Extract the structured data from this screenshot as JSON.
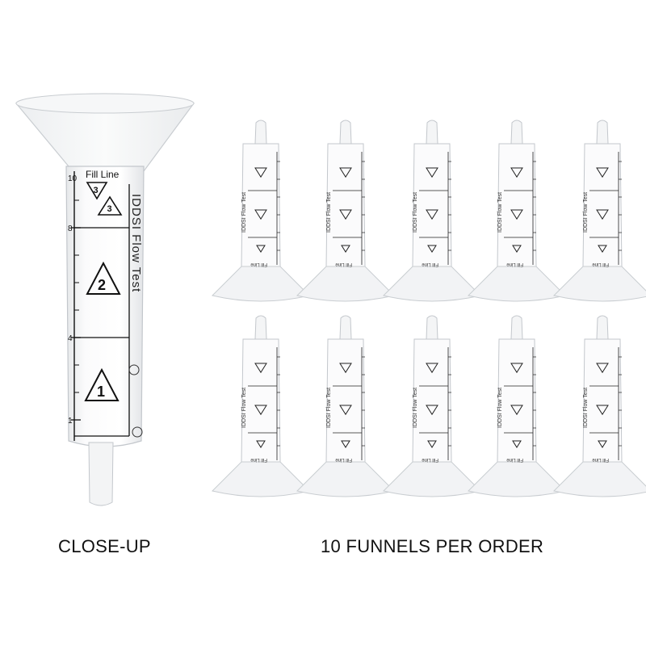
{
  "captions": {
    "left": "CLOSE-UP",
    "right": "10 FUNNELS PER ORDER"
  },
  "closeup": {
    "fill_line": "Fill Line",
    "label": "IDDSI Flow Test",
    "level_1": "1",
    "level_2": "2",
    "level_3": "3",
    "tick_10": "10",
    "tick_8": "8",
    "tick_4": "4",
    "tick_1": "1"
  },
  "grid": {
    "count": 10,
    "fill_line": "Fill Line",
    "label": "IDDSI Flow Test"
  },
  "colors": {
    "plastic": "#f4f5f6",
    "plastic_edge": "#c9cdd1",
    "ink": "#111111"
  }
}
